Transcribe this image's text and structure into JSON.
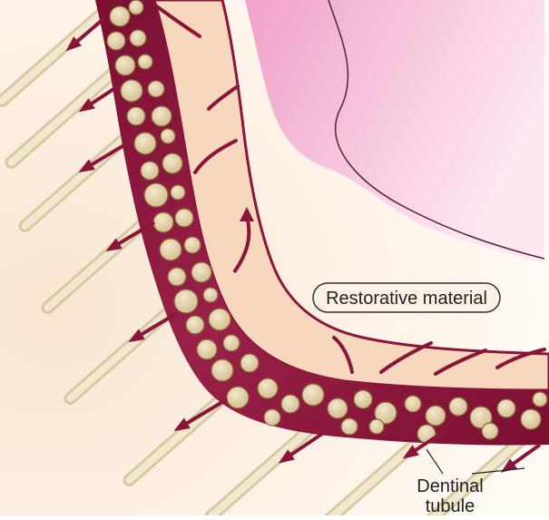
{
  "labels": {
    "restorative_material": "Restorative material",
    "dentinal_tubule_line1": "Dentinal",
    "dentinal_tubule_line2": "tubule"
  },
  "colors": {
    "background": "#fdf3ea",
    "restorative_pink": "#f29fc8",
    "restorative_pink_light": "#fce4f0",
    "dentin_layer": "#f6d6bd",
    "resin_layer": "#8a1538",
    "resin_layer_light": "#b33a5e",
    "particle_fill": "#e8d4b0",
    "particle_stroke": "#8a6a3a",
    "tubule_fill": "#ebe0c2",
    "arrow": "#8a1538",
    "label_fill": "#fbf1e4"
  }
}
